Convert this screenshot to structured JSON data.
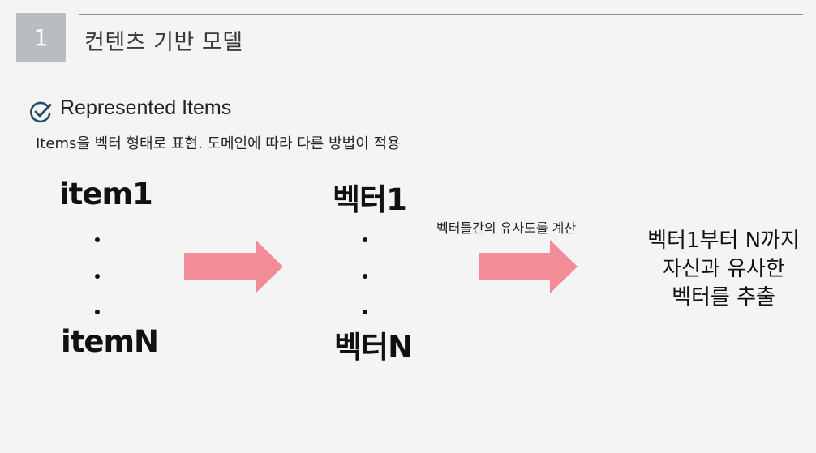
{
  "header": {
    "section_number": "1",
    "section_title": "컨텐츠 기반 모델"
  },
  "content": {
    "subheading": "Represented Items",
    "description": "Items을 벡터 형태로 표현. 도메인에 따라 다른 방법이 적용"
  },
  "diagram": {
    "items_first": "item1",
    "items_last": "itemN",
    "vectors_first": "벡터1",
    "vectors_last": "벡터N",
    "arrow_caption": "벡터들간의 유사도를 계산",
    "result_lines": [
      "벡터1부터 N까지",
      "자신과 유사한",
      "벡터를 추출"
    ]
  },
  "colors": {
    "arrow": "#f28d97",
    "check_icon": "#1f4d6e",
    "number_box": "#b8bdbf"
  },
  "icons": {
    "subheading_icon": "check-circle-icon"
  }
}
